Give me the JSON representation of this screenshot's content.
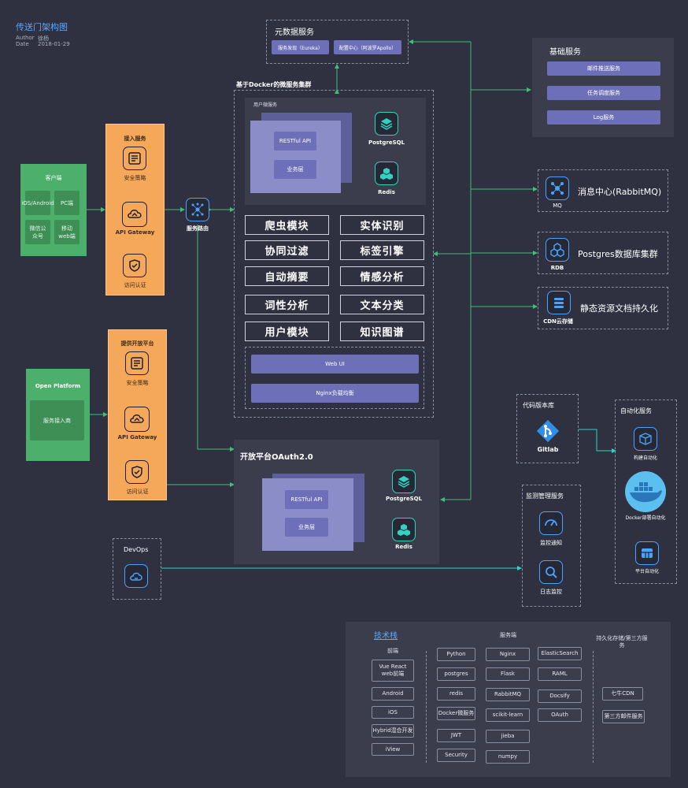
{
  "header": {
    "title": "传送门架构图",
    "author_label": "Author",
    "author": "徐杨",
    "date_label": "Date",
    "date": "2018-01-29"
  },
  "metadata_service": {
    "title": "元数据服务",
    "items": [
      "服务发现（Eureka）",
      "配置中心（阿波罗Apollo）"
    ]
  },
  "base_services": {
    "title": "基础服务",
    "items": [
      "邮件推送服务",
      "任务调度服务",
      "Log服务"
    ]
  },
  "client": {
    "title": "客户端",
    "items": [
      "iOS/Android",
      "PC端",
      "微信公众号",
      "移动web端"
    ]
  },
  "access_service": {
    "title": "接入服务",
    "security": "安全策略",
    "gateway": "API Gateway",
    "auth": "访问认证"
  },
  "router": {
    "label": "服务路由"
  },
  "cluster": {
    "title": "基于Docker的微服务集群",
    "user_service": "用户微服务",
    "restful": "RESTful API",
    "business": "业务层",
    "postgres": "PostgreSQL",
    "redis": "Redis",
    "modules": [
      "爬虫模块",
      "实体识别",
      "协同过滤",
      "标签引擎",
      "自动摘要",
      "情感分析",
      "词性分析",
      "文本分类",
      "用户模块",
      "知识图谱"
    ],
    "web_ui": "Web UI",
    "nginx": "Nginx负载均衡"
  },
  "mq": {
    "icon_label": "MQ",
    "title": "消息中心(RabbitMQ)"
  },
  "rdb": {
    "icon_label": "RDB",
    "title": "Postgres数据库集群"
  },
  "cdn": {
    "icon_label": "CDN云存储",
    "title": "静态资源文档持久化"
  },
  "open_platform": {
    "title": "Open Platform",
    "inner": "服务接入商"
  },
  "open_access": {
    "title": "提供开放平台",
    "security": "安全策略",
    "gateway": "API Gateway",
    "auth": "访问认证"
  },
  "oauth": {
    "title": "开放平台OAuth2.0",
    "restful": "RESTful API",
    "business": "业务层",
    "postgres": "PostgreSQL",
    "redis": "Redis"
  },
  "code_repo": {
    "title": "代码版本库",
    "gitlab": "Gitlab"
  },
  "automation": {
    "title": "自动化服务",
    "items": [
      "构建自动化",
      "Docker部署自动化",
      "平台自动化"
    ]
  },
  "monitoring": {
    "title": "监测管理服务",
    "items": [
      "监控通知",
      "日志监控"
    ]
  },
  "devops": {
    "title": "DevOps"
  },
  "tech_stack": {
    "title": "技术栈",
    "frontend_title": "前端",
    "backend_title": "服务端",
    "third_title": "持久化存储/第三方服务",
    "frontend": [
      "Vue React web前端",
      "Android",
      "iOS",
      "Hybrid混合开发",
      "iView"
    ],
    "backend_col1": [
      "Python",
      "postgres",
      "redis",
      "Docker微服务",
      "JWT",
      "Security"
    ],
    "backend_col2": [
      "Nginx",
      "Flask",
      "RabbitMQ",
      "scikit-learn",
      "jieba",
      "numpy"
    ],
    "backend_col3": [
      "ElasticSearch",
      "RAML",
      "Docsify",
      "OAuth"
    ],
    "third": [
      "七牛CDN",
      "第三方邮件服务"
    ]
  },
  "colors": {
    "background": "#2f3140",
    "green": "#4caf6b",
    "orange": "#f6a85a",
    "teal": "#2fd3c0",
    "purple": "#6d70b8",
    "link": "#3ec07a"
  }
}
